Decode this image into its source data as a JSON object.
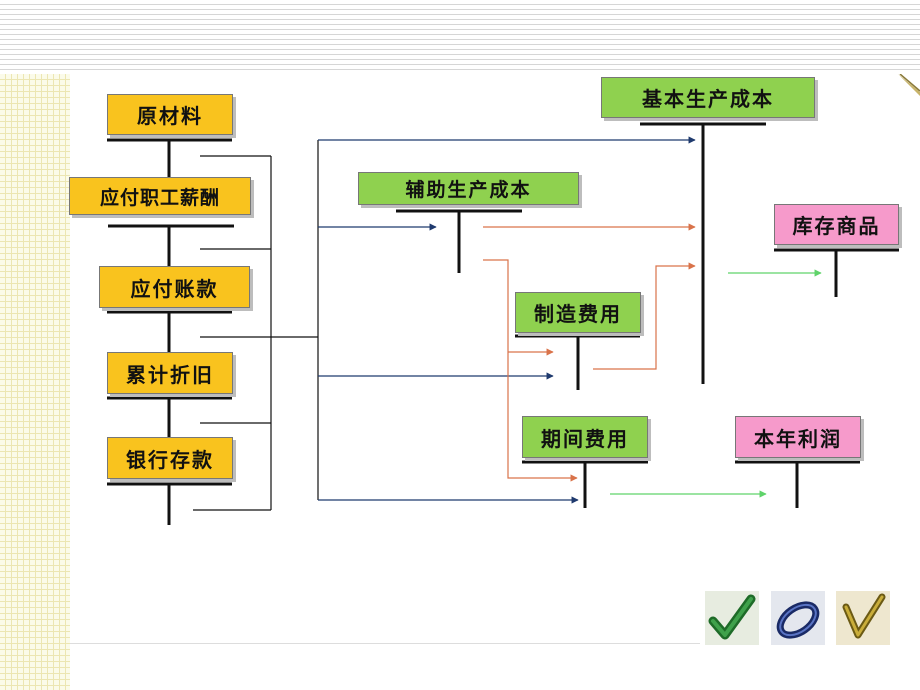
{
  "diagram": {
    "sources": [
      {
        "id": "raw-materials",
        "label": "原材料"
      },
      {
        "id": "wages-payable",
        "label": "应付职工薪酬"
      },
      {
        "id": "accounts-payable",
        "label": "应付账款"
      },
      {
        "id": "accumulated-depreciation",
        "label": "累计折旧"
      },
      {
        "id": "bank-deposit",
        "label": "银行存款"
      }
    ],
    "accounts": {
      "basic_production_cost": "基本生产成本",
      "auxiliary_production_cost": "辅助生产成本",
      "manufacturing_overhead": "制造费用",
      "period_expenses": "期间费用",
      "inventory_goods": "库存商品",
      "current_year_profit": "本年利润"
    },
    "colors": {
      "yellow_box": "#f9c31e",
      "green_box": "#8fd14f",
      "pink_box": "#f69acb",
      "dark_arrow": "#1f3a6e",
      "orange_arrow": "#d9734a",
      "light_green_arrow": "#5fd36a"
    }
  },
  "decorations": {
    "bottom_icons": [
      "green-checkmark-icon",
      "blue-ring-icon",
      "gold-checkmark-icon"
    ]
  }
}
